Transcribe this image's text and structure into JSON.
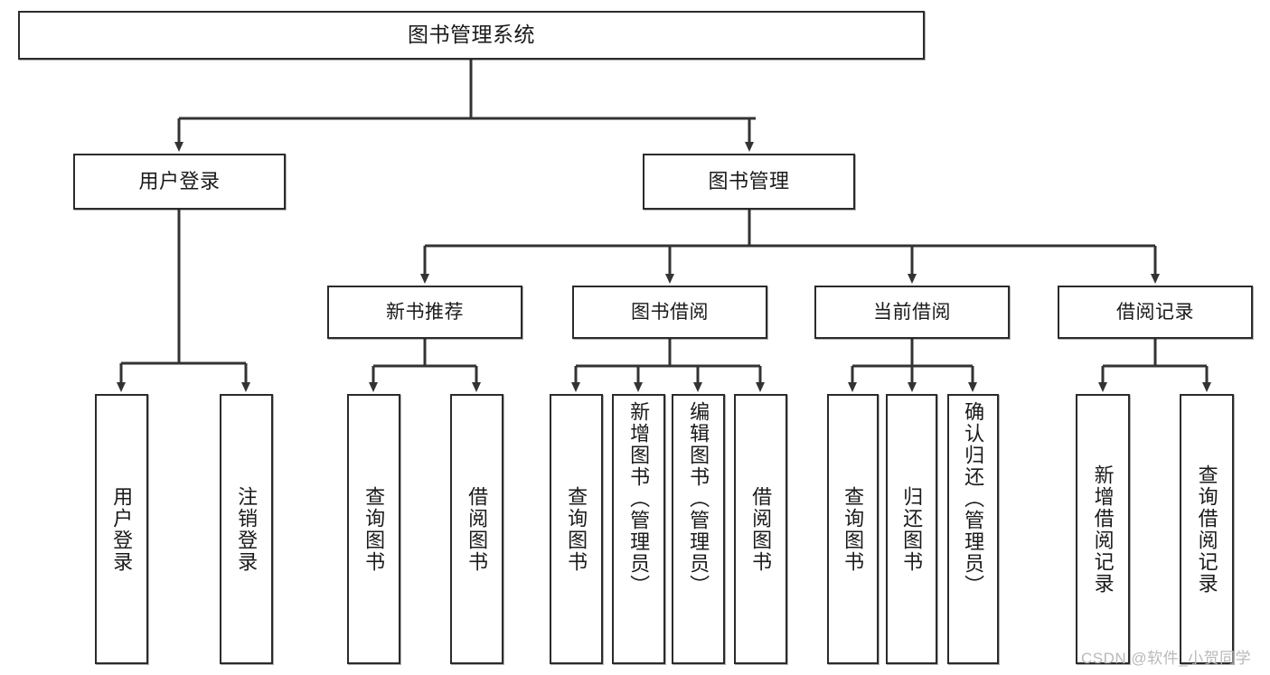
{
  "diagram": {
    "title": "图书管理系统",
    "type": "hierarchy-tree",
    "colors": {
      "box_border": "#2b2b2b",
      "box_fill": "#ffffff",
      "connector": "#333333",
      "text": "#1a1a1a",
      "watermark": "#b9b9b9"
    },
    "root": {
      "label": "图书管理系统"
    },
    "level2": [
      {
        "label": "用户登录"
      },
      {
        "label": "图书管理"
      }
    ],
    "level3": [
      {
        "label": "新书推荐"
      },
      {
        "label": "图书借阅"
      },
      {
        "label": "当前借阅"
      },
      {
        "label": "借阅记录"
      }
    ],
    "leaves": {
      "user_login": [
        {
          "label": "用户登录"
        },
        {
          "label": "注销登录"
        }
      ],
      "new_book": [
        {
          "label": "查询图书"
        },
        {
          "label": "借阅图书"
        }
      ],
      "book_borrow": [
        {
          "label": "查询图书"
        },
        {
          "label": "新增图书（管理员）"
        },
        {
          "label": "编辑图书（管理员）"
        },
        {
          "label": "借阅图书"
        }
      ],
      "current_borrow": [
        {
          "label": "查询图书"
        },
        {
          "label": "归还图书"
        },
        {
          "label": "确认归还（管理员）"
        }
      ],
      "borrow_record": [
        {
          "label": "新增借阅记录"
        },
        {
          "label": "查询借阅记录"
        }
      ]
    }
  },
  "watermark": {
    "text": "CSDN @软件_小贺同学"
  }
}
